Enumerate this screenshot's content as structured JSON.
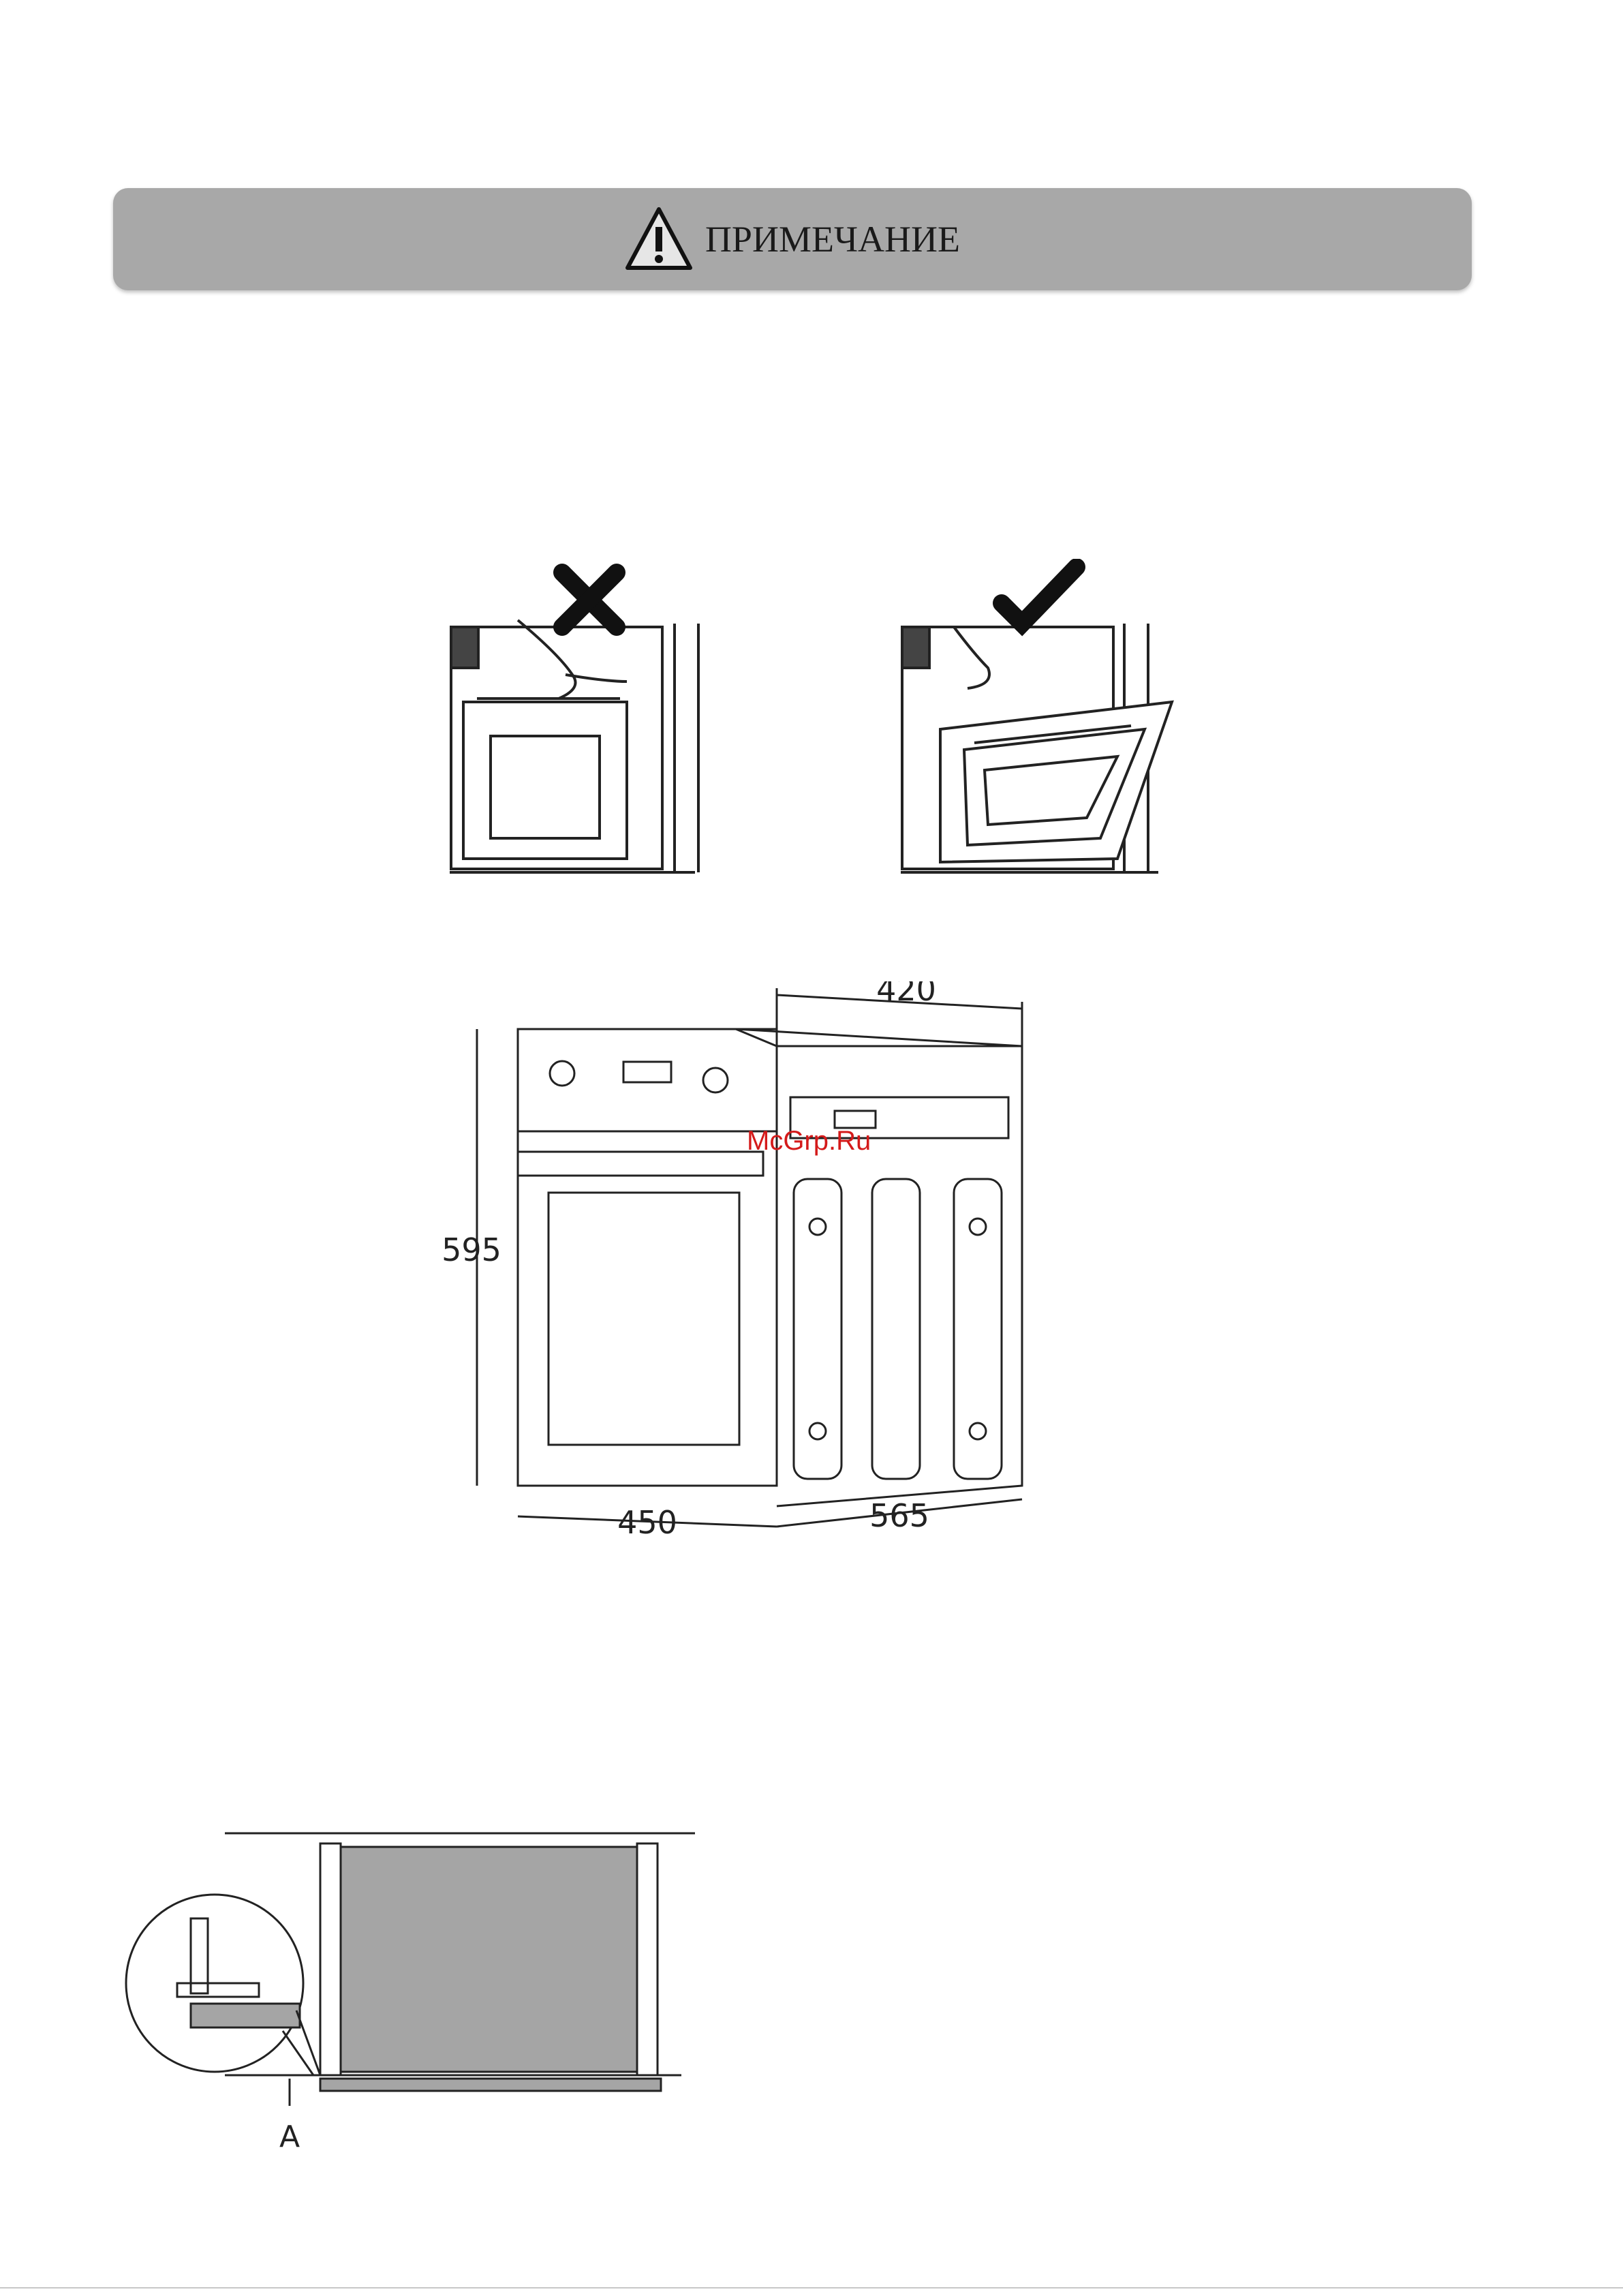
{
  "banner": {
    "title": "ПРИМЕЧАНИЕ",
    "icon": "warning-triangle-icon"
  },
  "figure_door": {
    "wrong_mark": "cross-icon",
    "right_mark": "check-icon"
  },
  "figure_dimensions": {
    "depth": "420",
    "height": "595",
    "width_front": "450",
    "width_side": "565"
  },
  "watermark": "McGrp.Ru",
  "figure_installation": {
    "detail_label": "A"
  }
}
